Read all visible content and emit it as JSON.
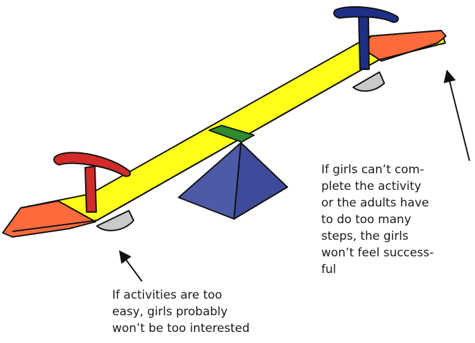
{
  "annotations": {
    "right": {
      "lines": [
        "If girls can’t com-",
        "plete the activity",
        "or the adults have",
        "to do too many",
        "steps, the girls",
        "won’t feel success-",
        "ful"
      ]
    },
    "left": {
      "lines": [
        "If activities are too",
        "easy, girls probably",
        "won’t be too interested"
      ]
    }
  },
  "colors": {
    "plank": "#ffff1a",
    "plank_shade": "#e5e500",
    "plank_end": "#ff6b3d",
    "plank_end_light": "#ff7a52",
    "center_band": "#2e8b2e",
    "fulcrum": "#4d5aa8",
    "fulcrum_dark": "#3a4590",
    "fulcrum_light": "#6a76bf",
    "bumper": "#c7c7c7",
    "handle_left": "#d42a2a",
    "handle_right": "#1f2f86",
    "outline": "#111111",
    "arrow": "#111111",
    "text": "#1a1a1a"
  }
}
